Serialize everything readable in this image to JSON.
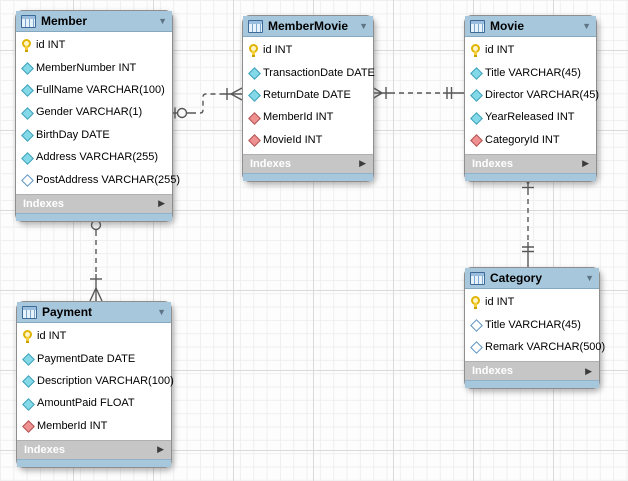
{
  "colors": {
    "table_header_bg": "#a7c7dd",
    "table_footer_bg": "#c6c6c6",
    "canvas_grid_minor": "#efefef",
    "canvas_grid_major": "#dadada",
    "connector": "#575757",
    "primary_key_icon": "#e0b400",
    "notnull_column_icon": "#84d9e9",
    "nullable_column_icon": "#ffffff",
    "foreign_key_icon": "#ef9191"
  },
  "diagram": {
    "footer_label": "Indexes",
    "tables": [
      {
        "id": "member",
        "name": "Member",
        "footer": "Indexes",
        "columns": [
          {
            "label": "id INT",
            "icon": "key"
          },
          {
            "label": "MemberNumber INT",
            "icon": "notnull"
          },
          {
            "label": "FullName VARCHAR(100)",
            "icon": "notnull"
          },
          {
            "label": "Gender VARCHAR(1)",
            "icon": "notnull"
          },
          {
            "label": "BirthDay DATE",
            "icon": "notnull"
          },
          {
            "label": "Address VARCHAR(255)",
            "icon": "notnull"
          },
          {
            "label": "PostAddress VARCHAR(255)",
            "icon": "nullable"
          }
        ]
      },
      {
        "id": "membermovie",
        "name": "MemberMovie",
        "footer": "Indexes",
        "columns": [
          {
            "label": "id INT",
            "icon": "key"
          },
          {
            "label": "TransactionDate DATE",
            "icon": "notnull"
          },
          {
            "label": "ReturnDate DATE",
            "icon": "notnull"
          },
          {
            "label": "MemberId INT",
            "icon": "fk"
          },
          {
            "label": "MovieId INT",
            "icon": "fk"
          }
        ]
      },
      {
        "id": "movie",
        "name": "Movie",
        "footer": "Indexes",
        "columns": [
          {
            "label": "id INT",
            "icon": "key"
          },
          {
            "label": "Title VARCHAR(45)",
            "icon": "notnull"
          },
          {
            "label": "Director VARCHAR(45)",
            "icon": "notnull"
          },
          {
            "label": "YearReleased INT",
            "icon": "notnull"
          },
          {
            "label": "CategoryId INT",
            "icon": "fk"
          }
        ]
      },
      {
        "id": "payment",
        "name": "Payment",
        "footer": "Indexes",
        "columns": [
          {
            "label": "id INT",
            "icon": "key"
          },
          {
            "label": "PaymentDate DATE",
            "icon": "notnull"
          },
          {
            "label": "Description VARCHAR(100)",
            "icon": "notnull"
          },
          {
            "label": "AmountPaid FLOAT",
            "icon": "notnull"
          },
          {
            "label": "MemberId INT",
            "icon": "fk"
          }
        ]
      },
      {
        "id": "category",
        "name": "Category",
        "footer": "Indexes",
        "columns": [
          {
            "label": "id INT",
            "icon": "key"
          },
          {
            "label": "Title VARCHAR(45)",
            "icon": "nullable"
          },
          {
            "label": "Remark VARCHAR(500)",
            "icon": "nullable"
          }
        ]
      }
    ],
    "relationships": [
      {
        "from": "Member",
        "to": "MemberMovie",
        "from_end": "zero-or-one",
        "to_end": "one-to-many",
        "line": "dashed"
      },
      {
        "from": "Movie",
        "to": "MemberMovie",
        "from_end": "exactly-one",
        "to_end": "one-to-many",
        "line": "dashed"
      },
      {
        "from": "Member",
        "to": "Payment",
        "from_end": "zero-or-one",
        "to_end": "one-to-many",
        "line": "dashed"
      },
      {
        "from": "Category",
        "to": "Movie",
        "from_end": "exactly-one",
        "to_end": "one-to-many",
        "line": "dashed"
      }
    ]
  }
}
